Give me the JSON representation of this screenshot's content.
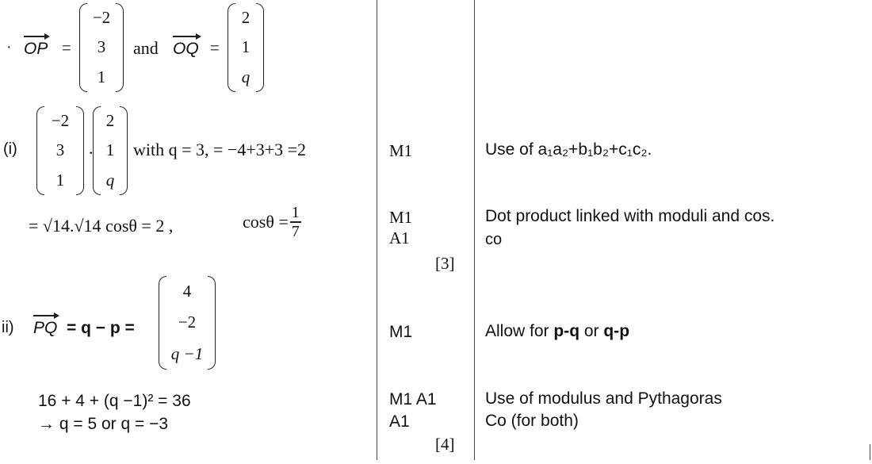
{
  "header": {
    "op_label": "OP",
    "eq": "=",
    "and_text": "and",
    "oq_label": "OQ",
    "p_vec": [
      "−2",
      "3",
      "1"
    ],
    "q_vec": [
      "2",
      "1",
      "q"
    ]
  },
  "part_i": {
    "label": "(i)",
    "m1": [
      "−2",
      "3",
      "1"
    ],
    "m2": [
      "2",
      "1",
      "q"
    ],
    "dot": ".",
    "with_text": "with q = 3,  = −4+3+3 =2",
    "line2_text": "= √14.√14 cosθ = 2 ,",
    "cos_lhs": "cosθ =",
    "frac_num": "1",
    "frac_den": "7",
    "marks_1": "M1",
    "marks_2a": "M1",
    "marks_2b": "A1",
    "total": "[3]",
    "guidance_1": "Use of a₁a₂+b₁b₂+c₁c₂.",
    "guidance_2a": "Dot product linked with moduli and cos.",
    "guidance_2b": "co"
  },
  "part_ii": {
    "label": "ii)",
    "pq_label": "PQ",
    "pq_expr": "= q − p =",
    "vec": [
      "4",
      "−2",
      "q −1"
    ],
    "line2": "16 + 4 + (q −1)² = 36",
    "line3": "→  q = 5  or  q = −3",
    "marks_1": "M1",
    "marks_2a": "M1 A1",
    "marks_2b": "A1",
    "total": "[4]",
    "guidance_1_pre": "Allow for",
    "guidance_1_a": "p-q",
    "guidance_1_mid": "or",
    "guidance_1_b": "q-p",
    "guidance_2a": "Use of modulus and Pythagoras",
    "guidance_2b": "Co (for both)"
  }
}
